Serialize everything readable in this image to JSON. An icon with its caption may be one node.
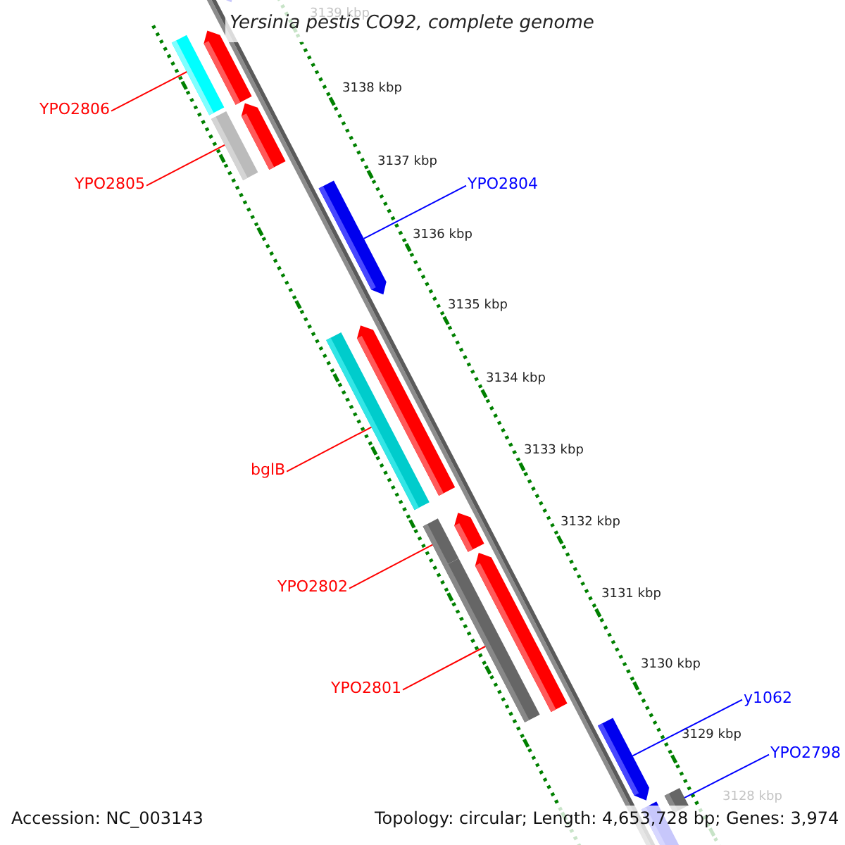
{
  "diagram": {
    "title": "Yersinia pestis CO92, complete genome",
    "nodes": [
      {
        "text": [
          "YPO2806"
        ]
      },
      {
        "text": [],
        "shape": "bar"
      },
      {
        "text": [
          "YPO2805"
        ]
      },
      {
        "text": [],
        "shape": "bar"
      },
      {
        "text": [
          "YPO2804"
        ]
      },
      {
        "text": [],
        "shape": "bar"
      },
      {
        "text": [
          "bglB"
        ]
      },
      {
        "text": [],
        "shape": "bar"
      },
      {
        "text": [
          "YPO2802"
        ]
      },
      {
        "text": [],
        "shape": "bar"
      },
      {
        "text": [
          "YPO2801"
        ]
      },
      {
        "text": [],
        "shape": "bar"
      },
      {
        "text": [
          "y1062"
        ]
      },
      {
        "text": [],
        "shape": "bar"
      },
      {
        "text": [
          "YPO2798"
        ]
      },
      {
        "text": [],
        "shape": "bar"
      }
    ],
    "edges": [
      {
        "from": 0,
        "to": 1,
        "arrow": "none"
      },
      {
        "from": 2,
        "to": 3,
        "arrow": "none"
      },
      {
        "from": 4,
        "to": 5,
        "arrow": "none",
        "color": "#0000ff"
      },
      {
        "from": 6,
        "to": 7,
        "arrow": "none"
      },
      {
        "from": 8,
        "to": 9,
        "arrow": "none"
      },
      {
        "from": 10,
        "to": 11,
        "arrow": "none"
      },
      {
        "from": 12,
        "to": 13,
        "arrow": "none",
        "color": "#0000ff"
      },
      {
        "from": 14,
        "to": 15,
        "arrow": "none",
        "color": "#0000ff"
      }
    ],
    "labels": [
      "3139 kbp",
      "3138 kbp",
      "3137 kbp",
      "3136 kbp",
      "3135 kbp",
      "3134 kbp",
      "3133 kbp",
      "3132 kbp",
      "3131 kbp",
      "3130 kbp",
      "3129 kbp",
      "3128 kbp",
      "Accession: NC_003143",
      "Topology: circular; Length: 4,653,728 bp; Genes: 3,974"
    ]
  }
}
